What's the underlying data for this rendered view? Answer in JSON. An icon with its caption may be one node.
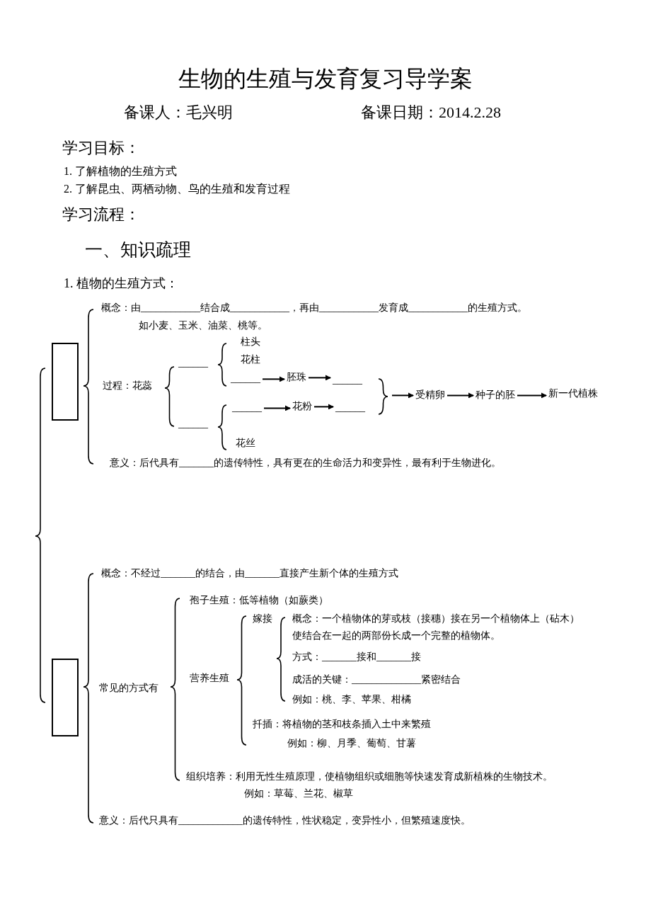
{
  "diagram": {
    "title": "生物的生殖与发育复习导学案",
    "nodes": [
      {
        "text": [],
        "shape": "box"
      },
      {
        "text": [],
        "shape": "box"
      },
      {
        "text": [
          "______"
        ]
      },
      {
        "text": [
          "胚珠"
        ]
      },
      {
        "text": [
          "______"
        ]
      },
      {
        "text": [
          "______"
        ]
      },
      {
        "text": [
          "花粉"
        ]
      },
      {
        "text": [
          "______"
        ]
      },
      {
        "text": [
          "受精卵"
        ]
      },
      {
        "text": [
          "种子的胚"
        ]
      },
      {
        "text": [
          "新一代植株"
        ]
      }
    ],
    "edges": [
      {
        "from": 2,
        "to": 3,
        "arrow": "to"
      },
      {
        "from": 3,
        "to": 4,
        "arrow": "to"
      },
      {
        "from": 5,
        "to": 6,
        "arrow": "to"
      },
      {
        "from": 6,
        "to": 7,
        "arrow": "to"
      },
      {
        "from": null,
        "to": 8,
        "arrow": "to"
      },
      {
        "from": 8,
        "to": 9,
        "arrow": "to"
      },
      {
        "from": 9,
        "to": 10,
        "arrow": "to"
      }
    ],
    "labels": [
      "备课人：毛兴明",
      "备课日期：2014.2.28",
      "学习目标：",
      "1.  了解植物的生殖方式",
      "2.  了解昆虫、两栖动物、鸟的生殖和发育过程",
      "学习流程：",
      "一、知识疏理",
      "1.  植物的生殖方式：",
      "概念：由____________结合成____________，再由____________发育成____________的生殖方式。",
      "如小麦、玉米、油菜、桃等。",
      "柱头",
      "花柱",
      "______",
      "过程：花蕊",
      "______",
      "花丝",
      "意义：后代具有_______的遗传特性，具有更在的生命活力和变异性，最有利于生物进化。",
      "概念：不经过_______的结合，由_______直接产生新个体的生殖方式",
      "孢子生殖：低等植物（如蕨类）",
      "嫁接",
      "概念：一个植物体的芽或枝（接穗）接在另一个植物体上（砧木）",
      "使结合在一起的两部份长成一个完整的植物体。",
      "常见的方式有",
      "营养生殖",
      "方式：_______接和_______接",
      "成活的关键：______________紧密结合",
      "例如：桃、李、苹果、柑橘",
      "扦插：将植物的茎和枝条插入土中来繁殖",
      "例如：柳、月季、葡萄、甘薯",
      "组织培养：利用无性生殖原理，使植物组织或细胞等快速发育成新植株的生物技术。",
      "例如：草莓、兰花、椒草",
      "意义：后代只具有_____________的遗传特性，性状稳定，变异性小，但繁殖速度快。"
    ]
  }
}
